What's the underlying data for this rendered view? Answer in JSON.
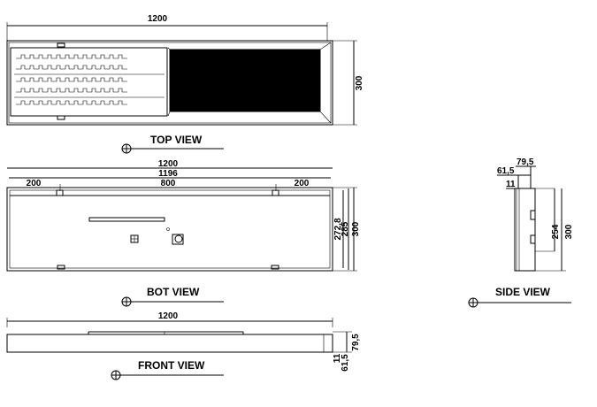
{
  "views": {
    "top": {
      "title": "TOP VIEW",
      "width": "1200",
      "height": "300"
    },
    "bot": {
      "title": "BOT VIEW",
      "width_overall": "1200",
      "width_inner": "1196",
      "left_offset": "200",
      "center_span": "800",
      "right_offset": "200",
      "h1": "272,8",
      "h2": "285",
      "h3": "300"
    },
    "side": {
      "title": "SIDE VIEW",
      "d1": "79,5",
      "d2": "61,5",
      "d3": "11",
      "h1": "254",
      "h2": "300"
    },
    "front": {
      "title": "FRONT VIEW",
      "width": "1200",
      "d1": "79,5",
      "d2": "11",
      "d3": "61,5"
    }
  }
}
